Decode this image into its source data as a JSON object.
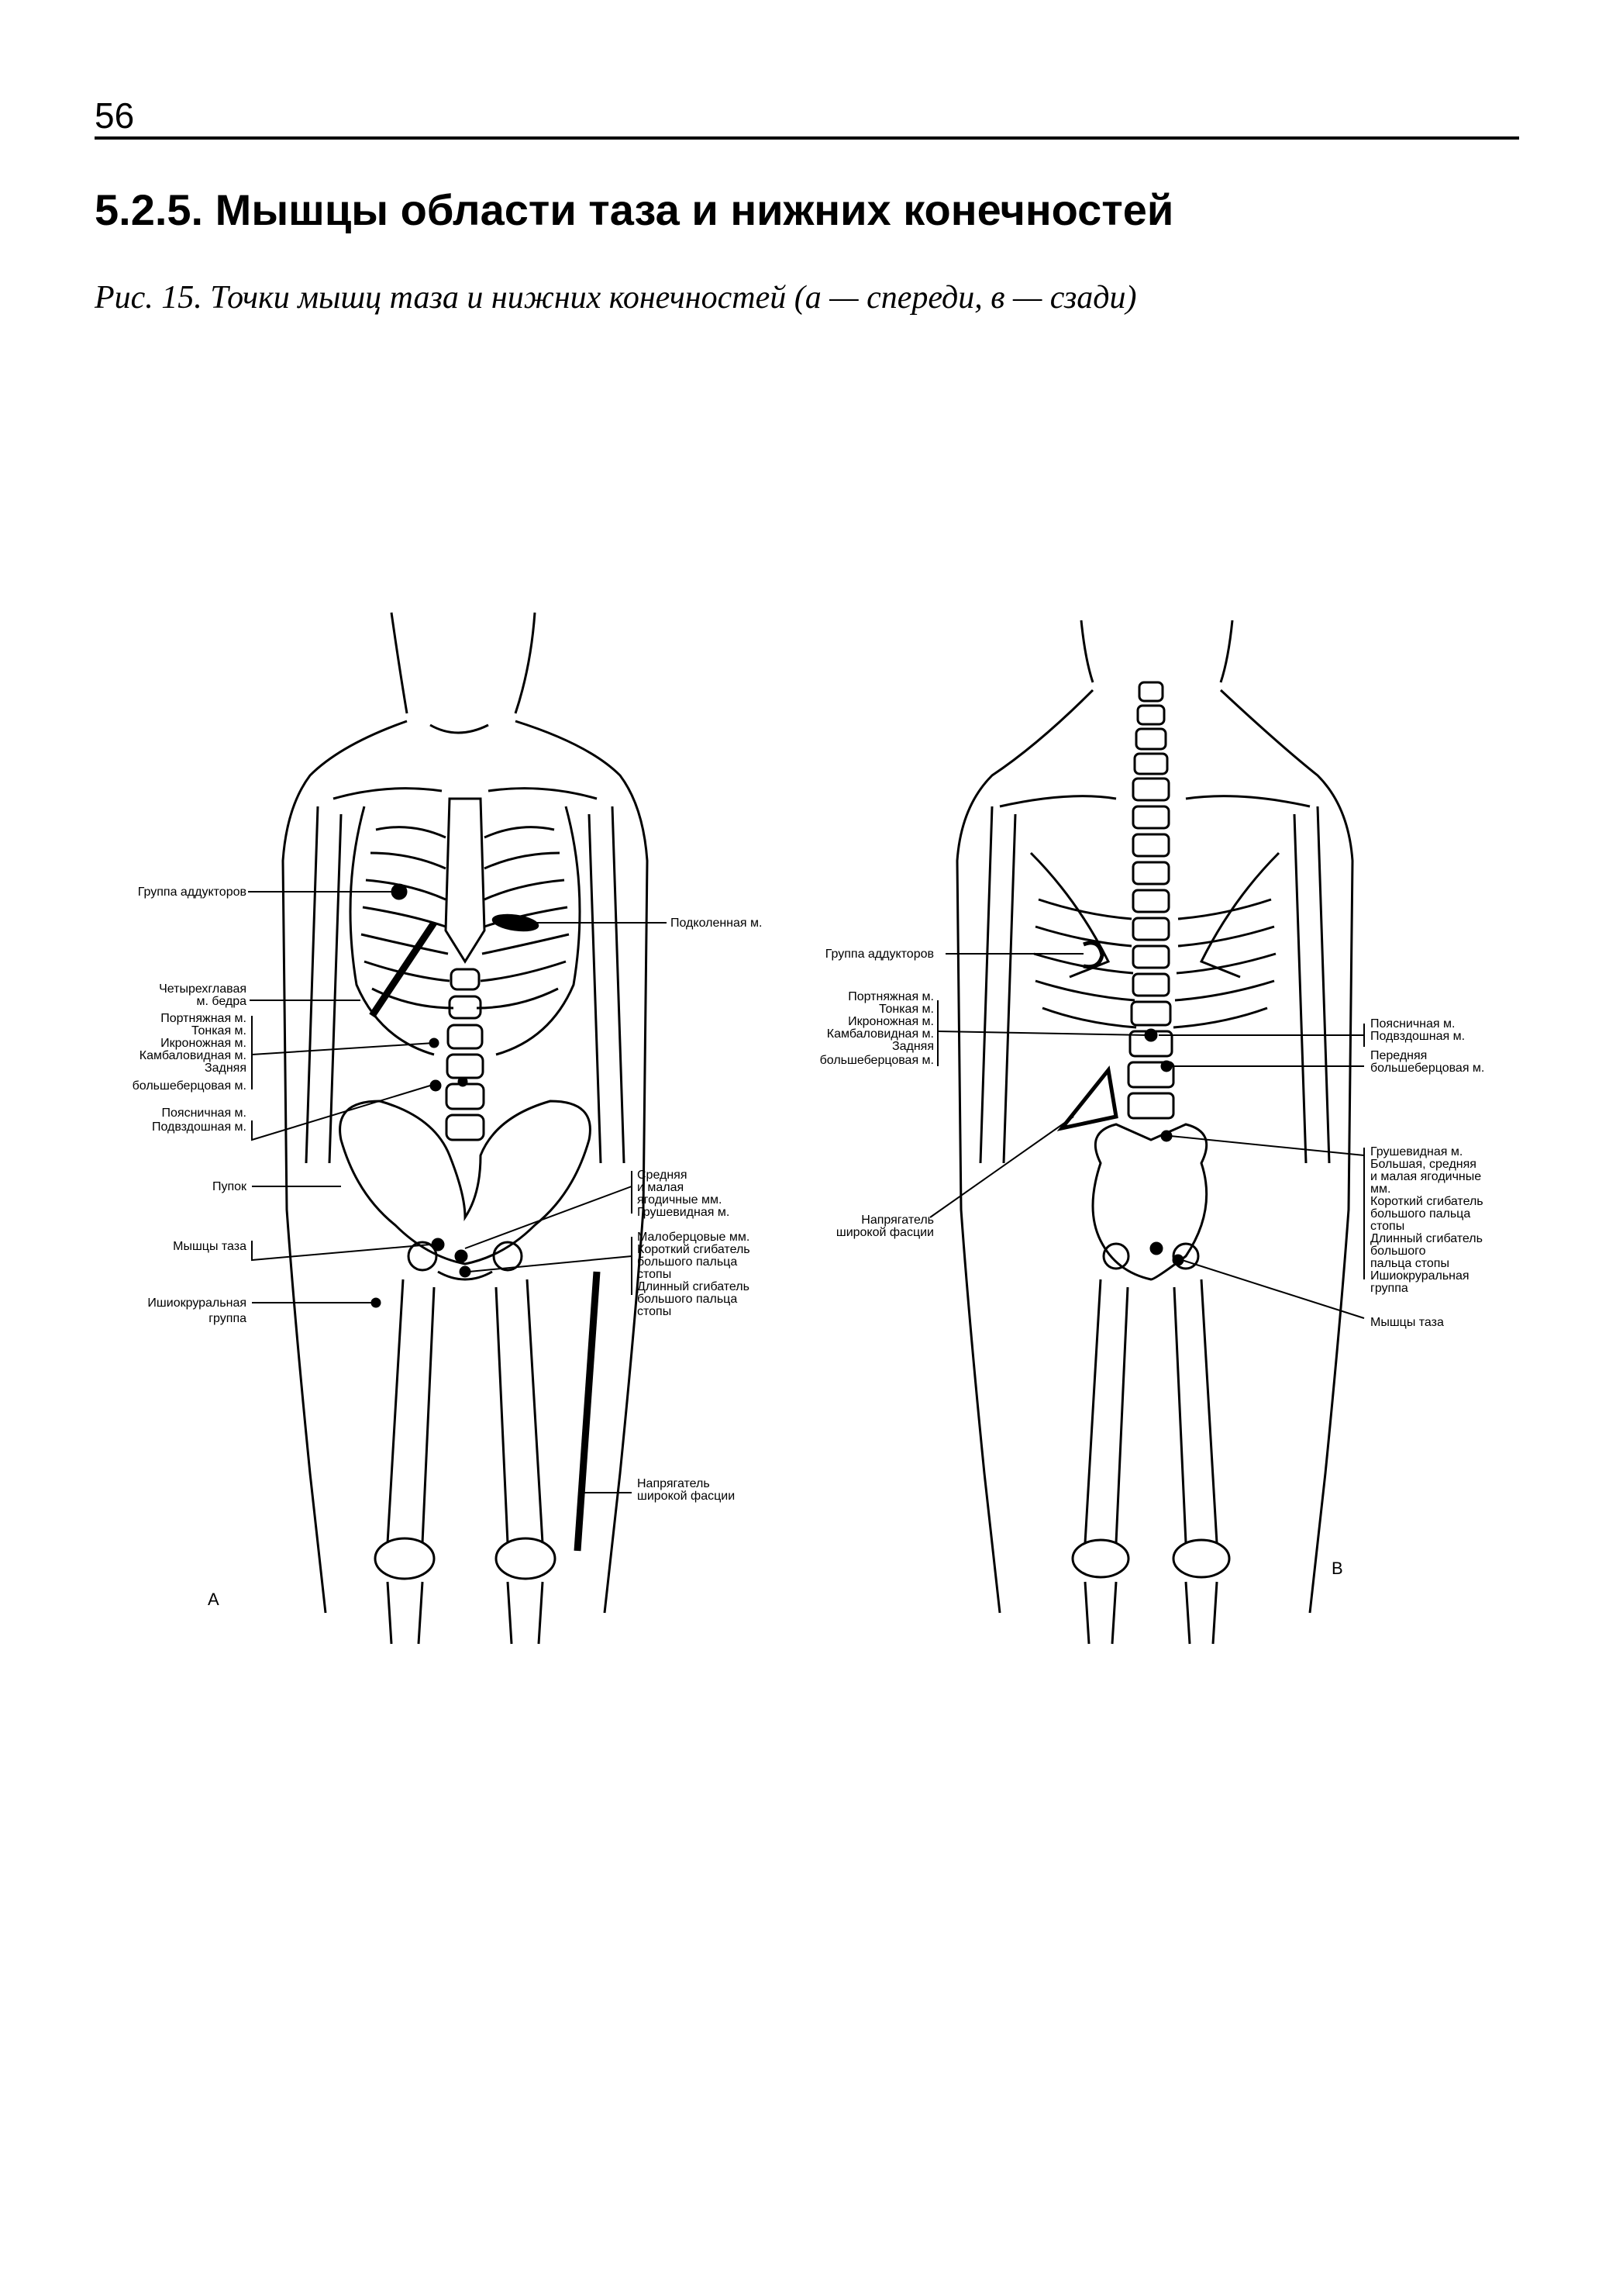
{
  "page": {
    "number": "56",
    "section_title": "5.2.5. Мышцы области таза и нижних конечностей",
    "figure_caption": "Рис. 15. Точки мышц таза и нижних конечностей (а — спереди, в — сзади)"
  },
  "figure_a": {
    "panel_label": "A",
    "left_labels": {
      "adductors": "Группа аддукторов",
      "quad_1": "Четырехглавая",
      "quad_2": "м. бедра",
      "sartorius": "Портняжная м.",
      "gracilis": "Тонкая м.",
      "gastrocnemius": "Икроножная м.",
      "soleus": "Камбаловидная м.",
      "tib_post_1": "Задняя",
      "tib_post_2": "большеберцовая м.",
      "psoas": "Поясничная м.",
      "iliacus": "Подвздошная м.",
      "navel": "Пупок",
      "pelvic": "Мышцы таза",
      "hamstring_1": "Ишиокруральная",
      "hamstring_2": "группа"
    },
    "right_labels": {
      "popliteus": "Подколенная м.",
      "glut_1": "Средняя",
      "glut_2": "и малая",
      "glut_3": "ягодичные мм.",
      "piriformis": "Грушевидная м.",
      "peroneus": "Малоберцовые мм.",
      "fhb_1": "Короткий сгибатель",
      "fhb_2": "большого пальца",
      "fhb_3": "стопы",
      "fhl_1": "Длинный сгибатель",
      "fhl_2": "большого пальца",
      "fhl_3": "стопы",
      "tfl_1": "Напрягатель",
      "tfl_2": "широкой фасции"
    }
  },
  "figure_b": {
    "panel_label": "B",
    "left_labels": {
      "adductors": "Группа аддукторов",
      "sartorius": "Портняжная м.",
      "gracilis": "Тонкая м.",
      "gastrocnemius": "Икроножная м.",
      "soleus": "Камбаловидная м.",
      "tib_post_1": "Задняя",
      "tib_post_2": "большеберцовая м.",
      "tfl_1": "Напрягатель",
      "tfl_2": "широкой фасции"
    },
    "right_labels": {
      "psoas": "Поясничная м.",
      "iliacus": "Подвздошная м.",
      "tib_ant_1": "Передняя",
      "tib_ant_2": "большеберцовая м.",
      "pir_1": "Грушевидная м.",
      "pir_2": "Большая, средняя",
      "pir_3": "и малая ягодичные",
      "pir_4": "мм.",
      "pir_5": "Короткий сгибатель",
      "pir_6": "большого пальца",
      "pir_7": "стопы",
      "pir_8": "Длинный сгибатель",
      "pir_9": "большого",
      "pir_10": "пальца стопы",
      "pir_11": "Ишиокруральная",
      "pir_12": "группа",
      "pelvic": "Мышцы таза"
    }
  }
}
